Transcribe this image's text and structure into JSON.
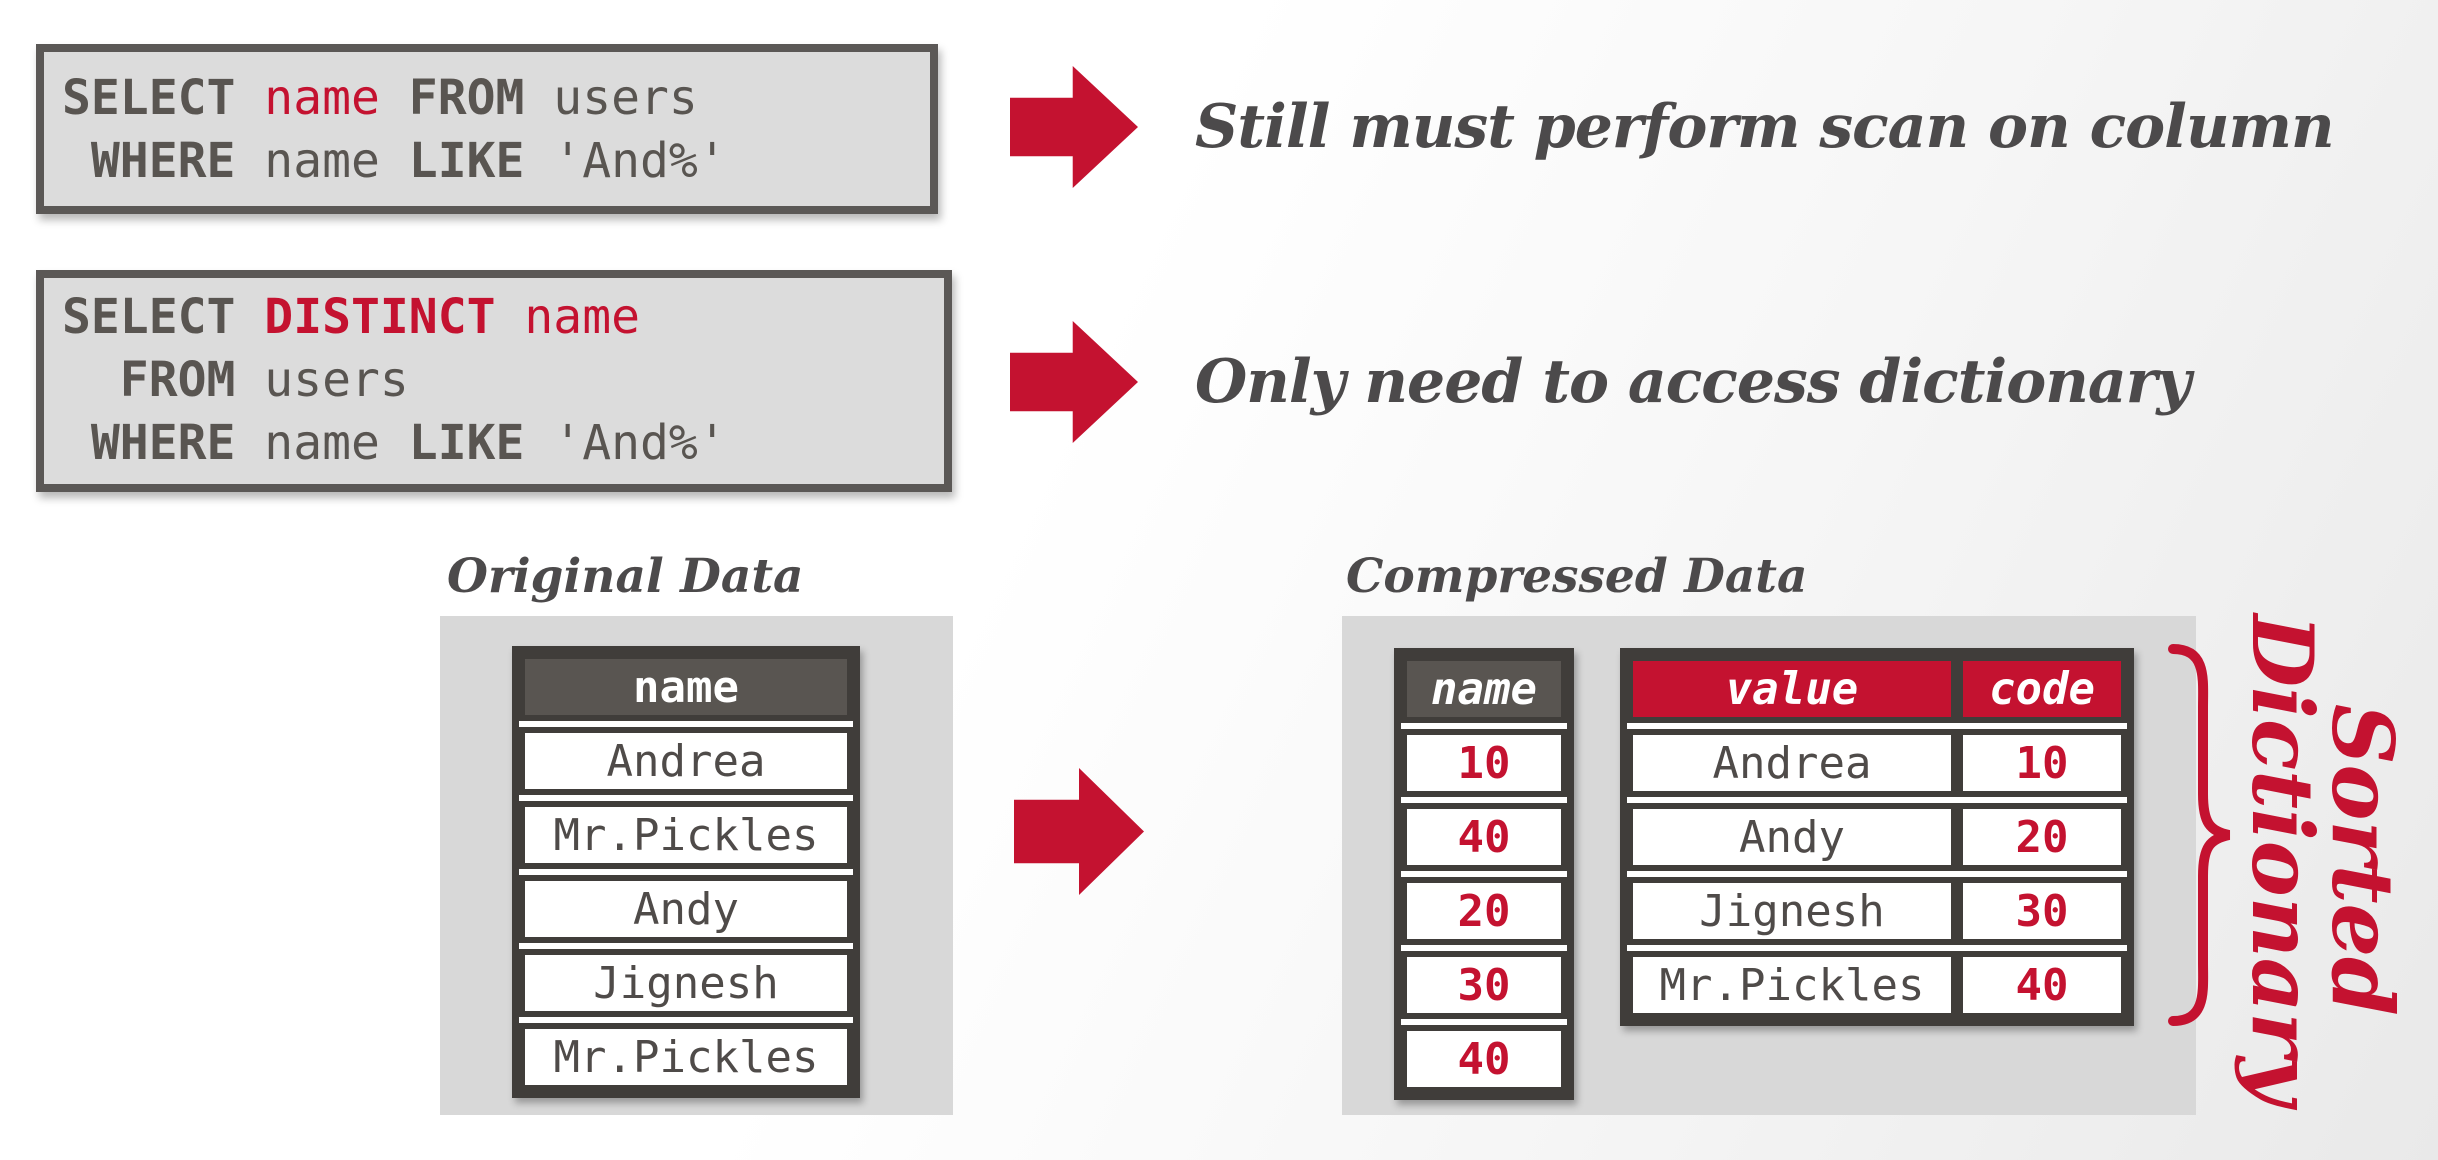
{
  "colors": {
    "accent_red": "#C41230",
    "text_gray": "#4C4A4B",
    "code_gray": "#595551",
    "border_dark": "#403D3A",
    "panel_gray": "#D8D8D8",
    "codebox_bg": "#DCDCDC",
    "header_gray_bg": "#595551",
    "cell_bg": "#FFFFFF"
  },
  "query_scan": {
    "lines": [
      [
        {
          "t": "SELECT ",
          "c": "kw"
        },
        {
          "t": "name",
          "c": "red"
        },
        {
          "t": " ",
          "c": "pl"
        },
        {
          "t": "FROM",
          "c": "kw"
        },
        {
          "t": " users",
          "c": "pl"
        }
      ],
      [
        {
          "t": " ",
          "c": "pl"
        },
        {
          "t": "WHERE",
          "c": "kw"
        },
        {
          "t": " name ",
          "c": "pl"
        },
        {
          "t": "LIKE",
          "c": "kw"
        },
        {
          "t": " 'And%'",
          "c": "pl"
        }
      ]
    ]
  },
  "query_distinct": {
    "lines": [
      [
        {
          "t": "SELECT ",
          "c": "kw"
        },
        {
          "t": "DISTINCT",
          "c": "kwred"
        },
        {
          "t": " ",
          "c": "pl"
        },
        {
          "t": "name",
          "c": "red"
        }
      ],
      [
        {
          "t": "  ",
          "c": "pl"
        },
        {
          "t": "FROM",
          "c": "kw"
        },
        {
          "t": " users",
          "c": "pl"
        }
      ],
      [
        {
          "t": " ",
          "c": "pl"
        },
        {
          "t": "WHERE",
          "c": "kw"
        },
        {
          "t": " name ",
          "c": "pl"
        },
        {
          "t": "LIKE",
          "c": "kw"
        },
        {
          "t": " 'And%'",
          "c": "pl"
        }
      ]
    ]
  },
  "notes": {
    "scan": "Still must perform scan on column",
    "dictionary": "Only need to access dictionary"
  },
  "original": {
    "title": "Original Data",
    "column_header": "name",
    "rows": [
      "Andrea",
      "Mr.Pickles",
      "Andy",
      "Jignesh",
      "Mr.Pickles"
    ]
  },
  "compressed": {
    "title": "Compressed Data",
    "name_column": {
      "header": "name",
      "values": [
        "10",
        "40",
        "20",
        "30",
        "40"
      ]
    },
    "dictionary": {
      "value_header": "value",
      "code_header": "code",
      "entries": [
        {
          "value": "Andrea",
          "code": "10"
        },
        {
          "value": "Andy",
          "code": "20"
        },
        {
          "value": "Jignesh",
          "code": "30"
        },
        {
          "value": "Mr.Pickles",
          "code": "40"
        }
      ],
      "brace_label": [
        "Sorted",
        "Dictionary"
      ]
    }
  }
}
